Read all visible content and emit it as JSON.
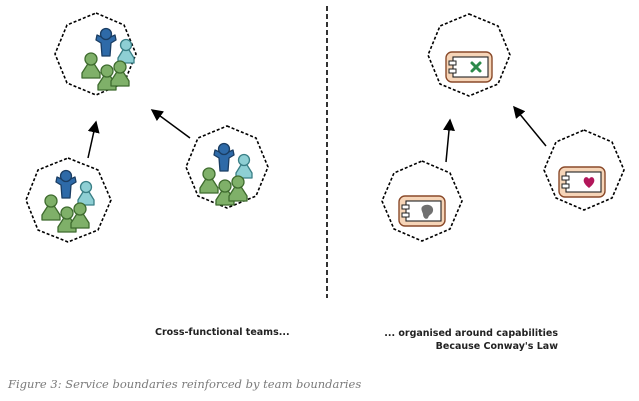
{
  "captions": {
    "left": "Cross-functional teams...",
    "right_line1": "... organised around capabilities",
    "right_line2": "Because Conway's Law"
  },
  "figure_caption": "Figure 3: Service boundaries reinforced by team boundaries",
  "colors": {
    "person_dark_blue": "#2e6aa8",
    "person_green": "#7fb069",
    "person_teal": "#8ecfd4",
    "component_fill": "#f6d5b8",
    "component_border": "#c47a4a",
    "icon_x_green": "#2c8a4a",
    "icon_heart": "#b2165a",
    "icon_blob": "#707070",
    "divider": "#000000"
  },
  "icons": {
    "team": "people-group",
    "capability_top": "x-mark",
    "capability_left": "blob",
    "capability_right": "heart"
  }
}
